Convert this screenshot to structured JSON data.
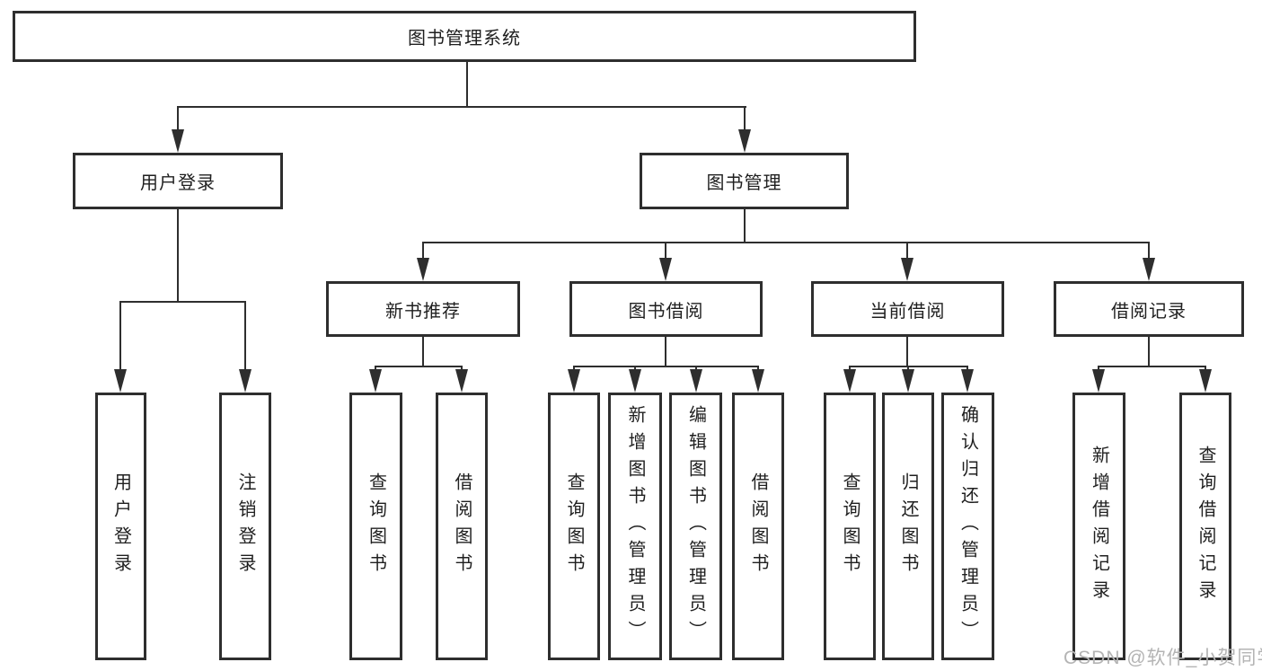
{
  "diagram": {
    "nodes": {
      "root": "图书管理系统",
      "user_login": "用户登录",
      "book_mgmt": "图书管理",
      "login": "用户登录",
      "logout": "注销登录",
      "new_book_rec": "新书推荐",
      "book_borrow": "图书借阅",
      "current_borrow": "当前借阅",
      "borrow_records": "借阅记录",
      "nbr_query_books": "查询图书",
      "nbr_borrow_books": "借阅图书",
      "bb_query_books": "查询图书",
      "bb_add_books": "新增图书（管理员）",
      "bb_edit_books": "编辑图书（管理员）",
      "bb_borrow_books": "借阅图书",
      "cb_query_books": "查询图书",
      "cb_return_books": "归还图书",
      "cb_confirm_return": "确认归还（管理员）",
      "br_add_record": "新增借阅记录",
      "br_query_record": "查询借阅记录"
    }
  },
  "watermark": {
    "text": "CSDN @软件_小贺同学"
  },
  "colors": {
    "line": "#2e2e2e",
    "box_border": "#2e2e2e",
    "box_background": "#ffffff",
    "text": "#1f1f1f",
    "background": "#ffffff",
    "watermark": "#b4b4b4"
  }
}
